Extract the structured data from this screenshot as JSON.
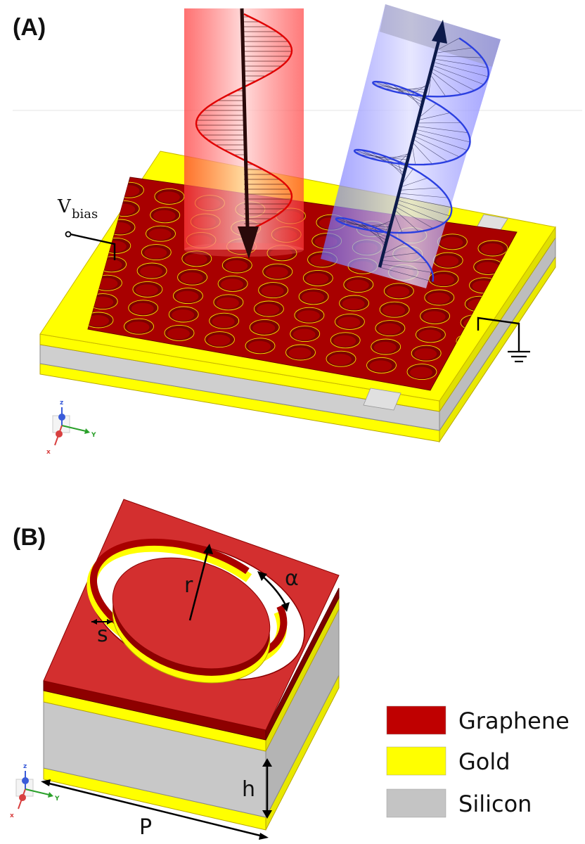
{
  "panels": {
    "a": {
      "label": "(A)"
    },
    "b": {
      "label": "(B)"
    }
  },
  "bias": {
    "symbol": "V",
    "subscript": "bias"
  },
  "dimensions": {
    "radius": "r",
    "angle": "α",
    "gap": "s",
    "height": "h",
    "period": "P"
  },
  "axes": {
    "z": "z",
    "x": "x",
    "y": "Y"
  },
  "legend": {
    "items": [
      {
        "label": "Graphene",
        "color": "#bf0000"
      },
      {
        "label": "Gold",
        "color": "#ffff00"
      },
      {
        "label": "Silicon",
        "color": "#c4c4c4"
      }
    ]
  },
  "colors": {
    "graphene": "#a80000",
    "graphene_light": "#d32f2f",
    "gold": "#ffff00",
    "silicon": "#cfcfcf",
    "incident_beam": "#ff4a4a",
    "reflected_beam": "#5a5aff"
  },
  "icons": [
    "voltage-terminal-icon",
    "ground-icon",
    "axis-triad-icon"
  ]
}
